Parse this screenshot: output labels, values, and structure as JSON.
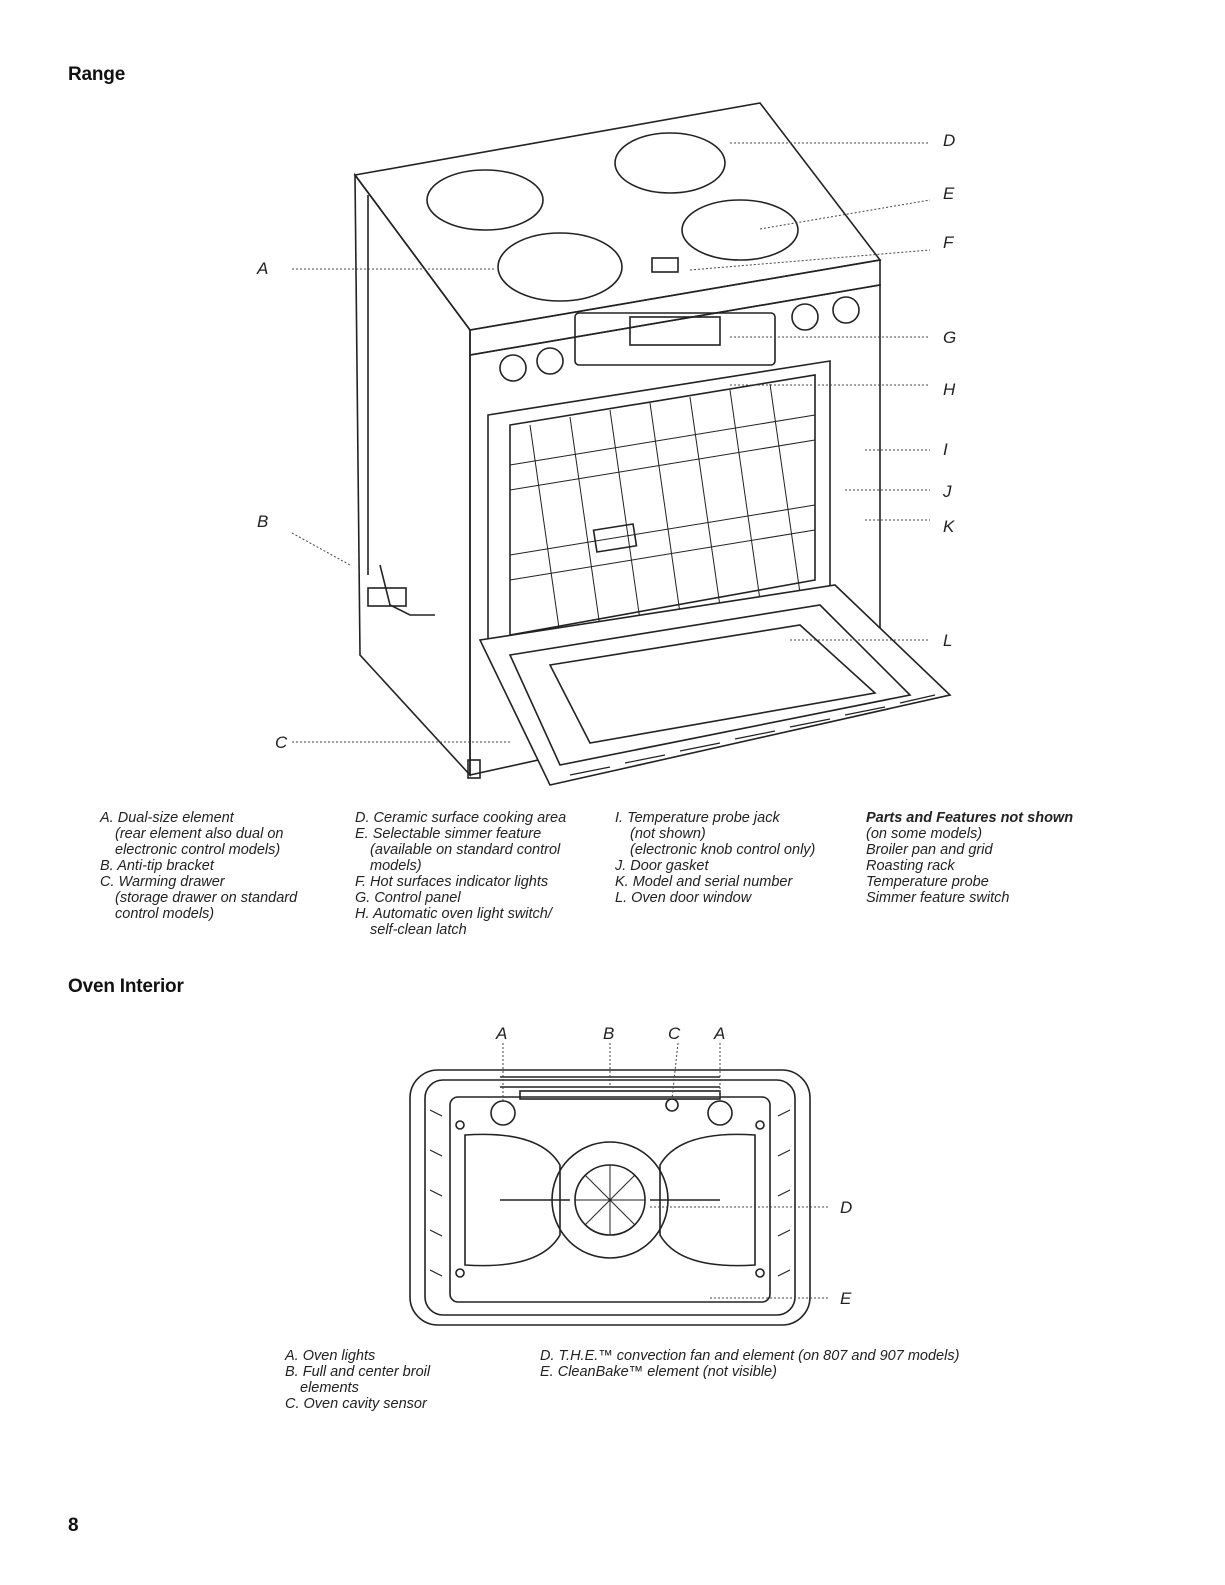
{
  "headings": {
    "range": "Range",
    "oven_interior": "Oven Interior"
  },
  "range_callouts": [
    "A",
    "B",
    "C",
    "D",
    "E",
    "F",
    "G",
    "H",
    "I",
    "J",
    "K",
    "L"
  ],
  "range_legend": {
    "col1": [
      {
        "line": "A. Dual-size element",
        "sub": [
          "(rear element also dual on",
          "electronic control models)"
        ]
      },
      {
        "line": "B. Anti-tip bracket",
        "sub": []
      },
      {
        "line": "C. Warming drawer",
        "sub": [
          "(storage drawer on standard",
          "control models)"
        ]
      }
    ],
    "col2": [
      {
        "line": "D. Ceramic surface cooking area",
        "sub": []
      },
      {
        "line": "E. Selectable simmer feature",
        "sub": [
          "(available on standard control",
          "models)"
        ]
      },
      {
        "line": "F. Hot surfaces indicator lights",
        "sub": []
      },
      {
        "line": "G. Control panel",
        "sub": []
      },
      {
        "line": "H. Automatic oven light switch/",
        "sub": [
          "self-clean latch"
        ]
      }
    ],
    "col3": [
      {
        "line": "I. Temperature probe jack",
        "sub": [
          "(not shown)",
          "(electronic knob control only)"
        ]
      },
      {
        "line": "J. Door gasket",
        "sub": []
      },
      {
        "line": "K. Model and serial number",
        "sub": []
      },
      {
        "line": "L. Oven door window",
        "sub": []
      }
    ],
    "col4": {
      "title": "Parts and Features not shown",
      "subtitle": "(on some models)",
      "items": [
        "Broiler pan and grid",
        "Roasting rack",
        "Temperature probe",
        "Simmer feature switch"
      ]
    }
  },
  "interior_callouts": [
    "A",
    "B",
    "C",
    "A",
    "D",
    "E"
  ],
  "interior_legend": {
    "col1": [
      {
        "line": "A. Oven lights",
        "sub": []
      },
      {
        "line": "B. Full and center broil",
        "sub": [
          "elements"
        ]
      },
      {
        "line": "C. Oven cavity sensor",
        "sub": []
      }
    ],
    "col2": [
      {
        "line": "D. T.H.E.™ convection fan and element (on 807 and 907 models)",
        "sub": []
      },
      {
        "line": "E. CleanBake™ element (not visible)",
        "sub": []
      }
    ]
  },
  "page_number": "8"
}
